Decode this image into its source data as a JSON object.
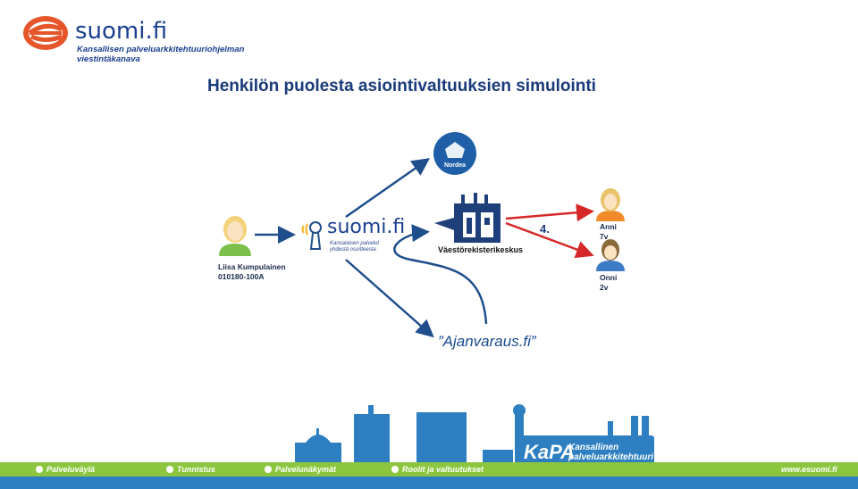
{
  "header": {
    "brand": "suomi.fi",
    "subtitle_line1": "Kansallisen palveluarkkitehtuuriohjelman",
    "subtitle_line2": "viestintäkanava"
  },
  "title": "Henkilön puolesta asiointivaltuuksien simulointi",
  "person": {
    "name": "Liisa Kumpulainen",
    "id": "010180-100A"
  },
  "suomi_node": {
    "brand": "suomi.fi",
    "sub_line1": "Kansalaisen palvelut",
    "sub_line2": "yhdestä osoitteesta"
  },
  "nordea": {
    "label": "Nordea"
  },
  "vrk": {
    "label": "Väestörekisterikeskus"
  },
  "step": "4.",
  "children": [
    {
      "name": "Anni",
      "age": "7v"
    },
    {
      "name": "Onni",
      "age": "2v"
    }
  ],
  "ajanvaraus": "”Ajanvaraus.fi”",
  "footer": {
    "nav": [
      "Palveluväylä",
      "Tunnistus",
      "Palvelunäkymät",
      "Roolit ja valtuutukset"
    ],
    "kapa_logo": "KaPA",
    "kapa_line1": "Kansallinen",
    "kapa_line2": "palveluarkkitehtuuri",
    "url": "www.esuomi.fi"
  },
  "colors": {
    "arrow_blue": "#1f4e8c",
    "arrow_red": "#d62828",
    "footer_green": "#8cc63f",
    "city_blue": "#2d7fc2",
    "title_blue": "#1a3a7a"
  }
}
